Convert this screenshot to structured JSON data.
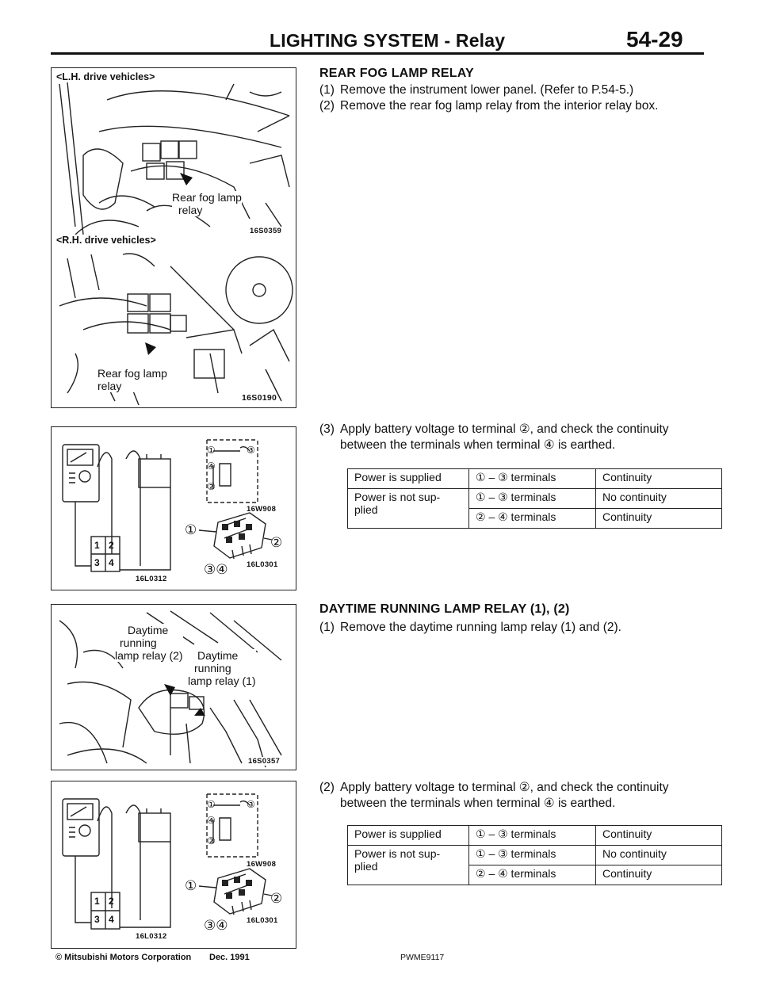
{
  "header": {
    "title": "LIGHTING SYSTEM - Relay",
    "page_number": "54-29"
  },
  "figures": {
    "fig1": {
      "lh_label": "<L.H. drive vehicles>",
      "lh_callout": [
        "Rear fog lamp",
        "relay"
      ],
      "lh_code": "16S0359",
      "rh_label": "<R.H. drive vehicles>",
      "rh_callout": [
        "Rear fog lamp",
        "relay"
      ],
      "rh_code": "16S0190"
    },
    "fig2": {
      "code_circuit": "16W908",
      "code_meter": "16L0312",
      "code_relay": "16L0301",
      "t1": "①",
      "t2": "②",
      "t34": "③④",
      "s1": "1",
      "s2": "2",
      "s3": "3",
      "s4": "4",
      "ct1": "①",
      "ct2": "②",
      "ct3": "③",
      "ct4": "④"
    },
    "fig3": {
      "callout_2": [
        "Daytime",
        "running",
        "lamp relay (2)"
      ],
      "callout_1": [
        "Daytime",
        "running",
        "lamp relay (1)"
      ],
      "code": "16S0357"
    },
    "fig4": {
      "code_circuit": "16W908",
      "code_meter": "16L0312",
      "code_relay": "16L0301",
      "t1": "①",
      "t2": "②",
      "t34": "③④",
      "s1": "1",
      "s2": "2",
      "s3": "3",
      "s4": "4",
      "ct1": "①",
      "ct2": "②",
      "ct3": "③",
      "ct4": "④"
    }
  },
  "rear_fog": {
    "title": "REAR FOG LAMP RELAY",
    "step1": {
      "num": "(1)",
      "text": "Remove the instrument lower panel. (Refer to P.54-5.)"
    },
    "step2": {
      "num": "(2)",
      "text": "Remove the rear fog lamp relay from the interior relay box."
    },
    "step3": {
      "num": "(3)",
      "line1": "Apply battery voltage to terminal ②, and check the continuity",
      "line2": "between the terminals when terminal ④ is earthed."
    },
    "table": {
      "r1": [
        "Power is supplied",
        "① – ③ terminals",
        "Continuity"
      ],
      "r2": [
        "Power is not sup-",
        "① – ③ terminals",
        "No continuity"
      ],
      "r2b": "plied",
      "r3": [
        "② – ④ terminals",
        "Continuity"
      ]
    }
  },
  "daytime": {
    "title": "DAYTIME RUNNING LAMP RELAY (1), (2)",
    "step1": {
      "num": "(1)",
      "text": "Remove the daytime running lamp relay (1) and (2)."
    },
    "step2": {
      "num": "(2)",
      "line1": "Apply battery voltage to terminal ②, and check the continuity",
      "line2": "between the terminals when terminal ④ is earthed."
    },
    "table": {
      "r1": [
        "Power is supplied",
        "① – ③ terminals",
        "Continuity"
      ],
      "r2": [
        "Power is not sup-",
        "① – ③ terminals",
        "No continuity"
      ],
      "r2b": "plied",
      "r3": [
        "② – ④ terminals",
        "Continuity"
      ]
    }
  },
  "footer": {
    "copyright": "© Mitsubishi Motors Corporation",
    "date": "Dec. 1991",
    "code": "PWME9117"
  }
}
